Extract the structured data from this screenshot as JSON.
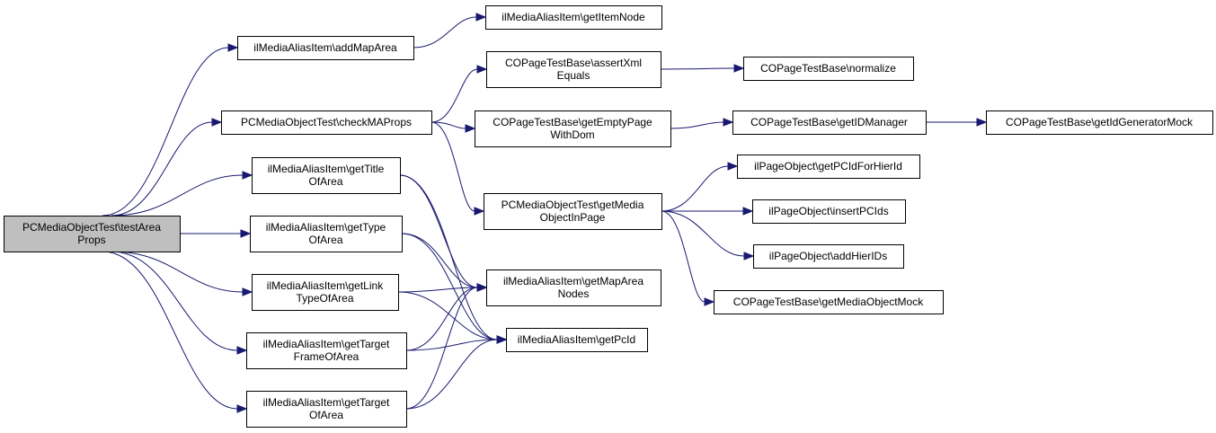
{
  "diagram": {
    "type": "call-graph",
    "edge_color": "#191970",
    "root_fill": "#bfbfbf",
    "nodes": [
      {
        "id": "root",
        "lines": [
          "PCMediaObjectTest\\testArea",
          "Props"
        ],
        "root": true
      },
      {
        "id": "addMapArea",
        "lines": [
          "ilMediaAliasItem\\addMapArea"
        ]
      },
      {
        "id": "getItemNode",
        "lines": [
          "ilMediaAliasItem\\getItemNode"
        ]
      },
      {
        "id": "checkMAProps",
        "lines": [
          "PCMediaObjectTest\\checkMAProps"
        ]
      },
      {
        "id": "assertXmlEquals",
        "lines": [
          "COPageTestBase\\assertXml",
          "Equals"
        ]
      },
      {
        "id": "normalize",
        "lines": [
          "COPageTestBase\\normalize"
        ]
      },
      {
        "id": "getEmptyPageWithDom",
        "lines": [
          "COPageTestBase\\getEmptyPage",
          "WithDom"
        ]
      },
      {
        "id": "getIDManager",
        "lines": [
          "COPageTestBase\\getIDManager"
        ]
      },
      {
        "id": "getIdGeneratorMock",
        "lines": [
          "COPageTestBase\\getIdGeneratorMock"
        ]
      },
      {
        "id": "getTitleOfArea",
        "lines": [
          "ilMediaAliasItem\\getTitle",
          "OfArea"
        ]
      },
      {
        "id": "getMediaObjectInPage",
        "lines": [
          "PCMediaObjectTest\\getMedia",
          "ObjectInPage"
        ]
      },
      {
        "id": "getPCIdForHierId",
        "lines": [
          "ilPageObject\\getPCIdForHierId"
        ]
      },
      {
        "id": "insertPCIds",
        "lines": [
          "ilPageObject\\insertPCIds"
        ]
      },
      {
        "id": "addHierIDs",
        "lines": [
          "ilPageObject\\addHierIDs"
        ]
      },
      {
        "id": "getMediaObjectMock",
        "lines": [
          "COPageTestBase\\getMediaObjectMock"
        ]
      },
      {
        "id": "getTypeOfArea",
        "lines": [
          "ilMediaAliasItem\\getType",
          "OfArea"
        ]
      },
      {
        "id": "getMapAreaNodes",
        "lines": [
          "ilMediaAliasItem\\getMapArea",
          "Nodes"
        ]
      },
      {
        "id": "getLinkTypeOfArea",
        "lines": [
          "ilMediaAliasItem\\getLink",
          "TypeOfArea"
        ]
      },
      {
        "id": "getTargetFrameOfArea",
        "lines": [
          "ilMediaAliasItem\\getTarget",
          "FrameOfArea"
        ]
      },
      {
        "id": "getPcId",
        "lines": [
          "ilMediaAliasItem\\getPcId"
        ]
      },
      {
        "id": "getTargetOfArea",
        "lines": [
          "ilMediaAliasItem\\getTarget",
          "OfArea"
        ]
      }
    ],
    "edges": [
      {
        "from": "root",
        "to": "addMapArea"
      },
      {
        "from": "root",
        "to": "checkMAProps"
      },
      {
        "from": "root",
        "to": "getTitleOfArea"
      },
      {
        "from": "root",
        "to": "getTypeOfArea"
      },
      {
        "from": "root",
        "to": "getLinkTypeOfArea"
      },
      {
        "from": "root",
        "to": "getTargetFrameOfArea"
      },
      {
        "from": "root",
        "to": "getTargetOfArea"
      },
      {
        "from": "addMapArea",
        "to": "getItemNode"
      },
      {
        "from": "checkMAProps",
        "to": "assertXmlEquals"
      },
      {
        "from": "checkMAProps",
        "to": "getEmptyPageWithDom"
      },
      {
        "from": "checkMAProps",
        "to": "getMediaObjectInPage"
      },
      {
        "from": "assertXmlEquals",
        "to": "normalize"
      },
      {
        "from": "getEmptyPageWithDom",
        "to": "getIDManager"
      },
      {
        "from": "getIDManager",
        "to": "getIdGeneratorMock"
      },
      {
        "from": "getMediaObjectInPage",
        "to": "getPCIdForHierId"
      },
      {
        "from": "getMediaObjectInPage",
        "to": "insertPCIds"
      },
      {
        "from": "getMediaObjectInPage",
        "to": "addHierIDs"
      },
      {
        "from": "getMediaObjectInPage",
        "to": "getMediaObjectMock"
      },
      {
        "from": "getTitleOfArea",
        "to": "getMapAreaNodes"
      },
      {
        "from": "getTitleOfArea",
        "to": "getPcId"
      },
      {
        "from": "getTypeOfArea",
        "to": "getMapAreaNodes"
      },
      {
        "from": "getTypeOfArea",
        "to": "getPcId"
      },
      {
        "from": "getLinkTypeOfArea",
        "to": "getMapAreaNodes"
      },
      {
        "from": "getLinkTypeOfArea",
        "to": "getPcId"
      },
      {
        "from": "getTargetFrameOfArea",
        "to": "getMapAreaNodes"
      },
      {
        "from": "getTargetFrameOfArea",
        "to": "getPcId"
      },
      {
        "from": "getTargetOfArea",
        "to": "getMapAreaNodes"
      },
      {
        "from": "getTargetOfArea",
        "to": "getPcId"
      }
    ]
  }
}
